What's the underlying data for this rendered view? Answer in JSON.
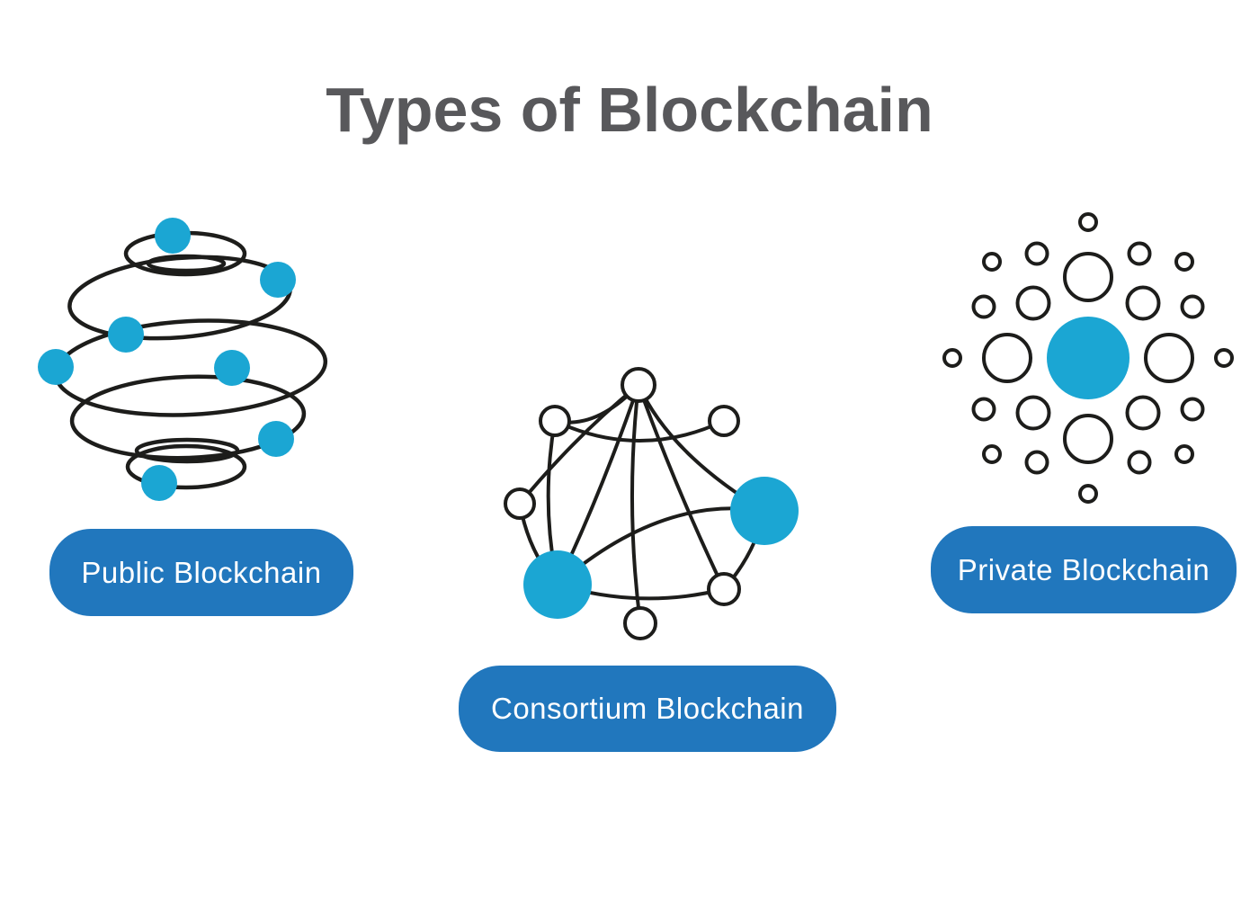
{
  "title": "Types of Blockchain",
  "colors": {
    "accent_cyan": "#1ba6d3",
    "button_blue": "#2177bd",
    "title_gray": "#58585b",
    "outline": "#1d1d1b"
  },
  "items": [
    {
      "label": "Public Blockchain",
      "icon": "public-sphere-network-icon"
    },
    {
      "label": "Consortium Blockchain",
      "icon": "consortium-network-graph-icon"
    },
    {
      "label": "Private Blockchain",
      "icon": "private-radial-cluster-icon"
    }
  ]
}
